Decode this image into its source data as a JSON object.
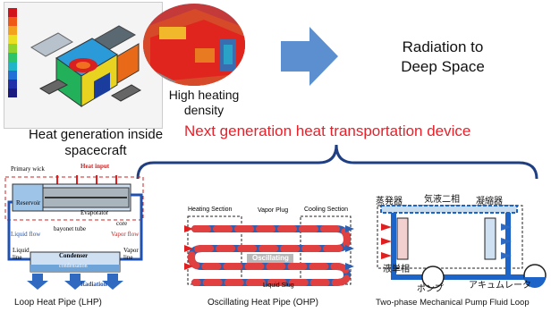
{
  "top": {
    "heat_label_line1": "Heat generation inside",
    "heat_label_line2": "spacecraft",
    "density_line1": "High heating",
    "density_line2": "density",
    "radiation_line1": "Radiation to",
    "radiation_line2": "Deep Space",
    "next_gen": "Next generation heat transportation device"
  },
  "lhp": {
    "caption": "Loop Heat Pipe (LHP)",
    "primary_wick": "Primary wick",
    "heat_input": "Heat input",
    "reservoir": "Reservoir",
    "evaporator": "Evaporator",
    "core": "core",
    "bayonet": "bayonet tube",
    "liquid_flow": "Liquid flow",
    "vapor_flow": "Vapor flow",
    "liquid_line_1": "Liquid",
    "liquid_line_2": "line",
    "vapor_line_1": "Vapor",
    "vapor_line_2": "line",
    "condenser": "Condenser",
    "condensation": "condensation",
    "radiation": "Radiation"
  },
  "ohp": {
    "caption": "Oscillating Heat Pipe (OHP)",
    "heating_section": "Heating Section",
    "vapor_plug": "Vapor Plug",
    "cooling_section": "Cooling Section",
    "oscillating": "Oscillating",
    "liquid_slug": "Liquid Slug"
  },
  "mpfl": {
    "caption": "Two-phase Mechanical Pump Fluid Loop",
    "evaporator": "蒸発器",
    "two_phase": "気液二相",
    "condenser": "凝縮器",
    "liquid_single": "液単相",
    "pump": "ポンプ",
    "accumulator": "アキュムレータ"
  },
  "colors": {
    "accent_red": "#e8202a",
    "arrow_blue": "#5b8fcf",
    "brace_blue": "#1f3f82",
    "loop_blue": "#1c64c8"
  }
}
